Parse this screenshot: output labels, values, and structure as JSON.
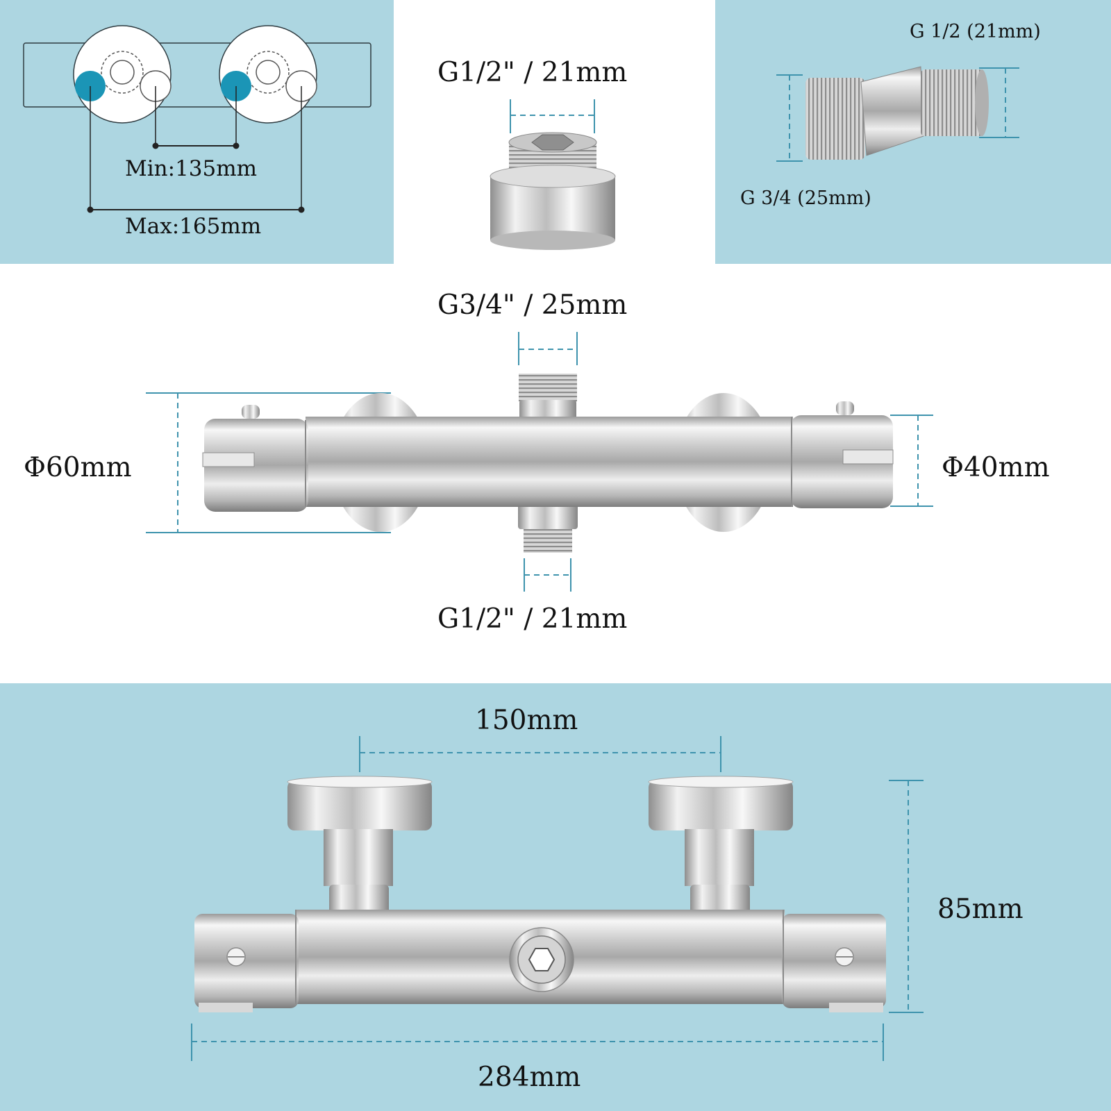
{
  "colors": {
    "panel_bg": "#add6e1",
    "dimension_line": "#3e93ad",
    "inlet_marker": "#1b95b6",
    "chrome_light": "#f4f4f4",
    "chrome_mid": "#c9c9c9",
    "chrome_dark": "#8a8a8a"
  },
  "panels": {
    "spacing": {
      "min_label": "Min:135mm",
      "max_label": "Max:165mm"
    },
    "adapter": {
      "thread_label": "G1/2\" / 21mm"
    },
    "elbow": {
      "top_label": "G 1/2 (21mm)",
      "bottom_label": "G 3/4 (25mm)"
    },
    "front_view": {
      "top_outlet_label": "G3/4\" / 25mm",
      "bottom_outlet_label": "G1/2\" / 21mm",
      "left_diameter_label": "Φ60mm",
      "right_diameter_label": "Φ40mm"
    },
    "top_view": {
      "connector_spacing_label": "150mm",
      "height_label": "85mm",
      "length_label": "284mm"
    }
  }
}
